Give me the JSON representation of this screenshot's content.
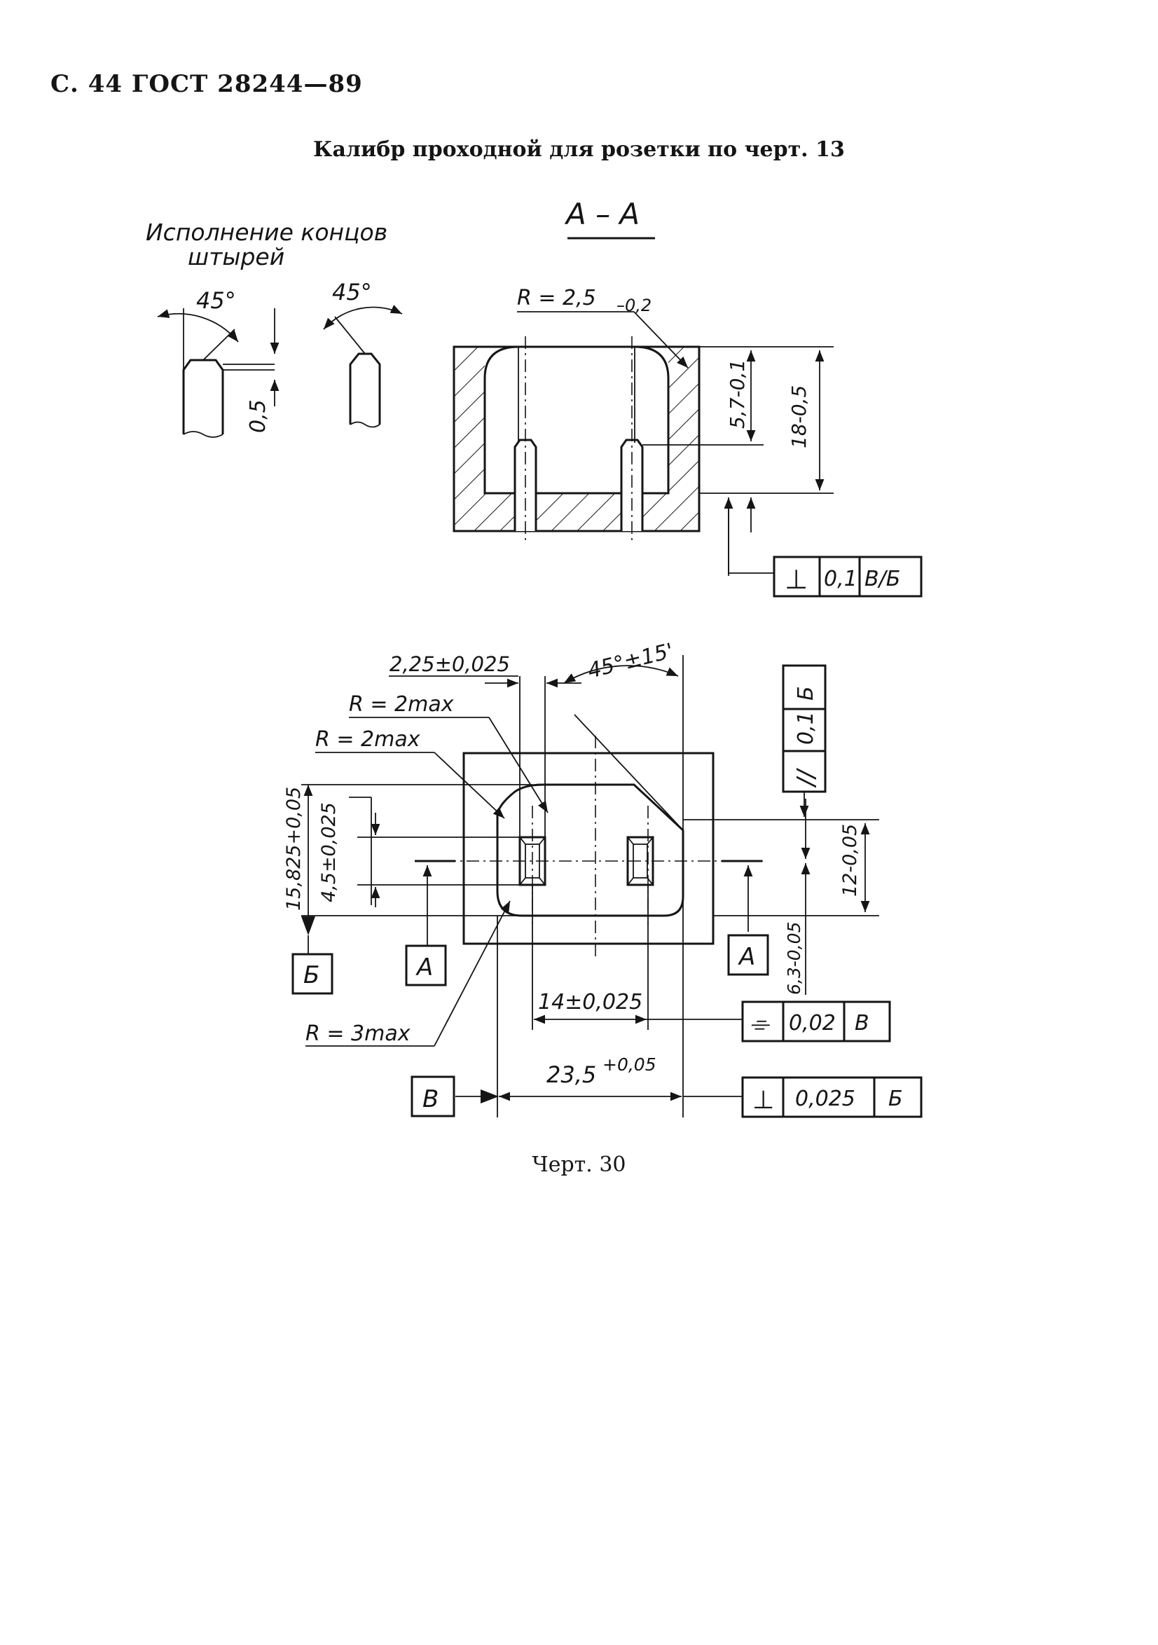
{
  "header": "С. 44 ГОСТ 28244—89",
  "title": "Калибр проходной для розетки по черт. 13",
  "caption": "Черт. 30",
  "detail": {
    "note_line1": "Исполнение концов",
    "note_line2": "штырей",
    "angle_left": "45°",
    "angle_right": "45°",
    "chamfer": "0,5"
  },
  "section": {
    "label": "А – А",
    "radius": "R = 2,5",
    "radius_tol": "–0,2",
    "depth": "5,7-0,1",
    "height": "18-0,5",
    "tolerance_frame": {
      "symbol": "⊥",
      "value": "0,1",
      "datum": "В/Б"
    }
  },
  "plan": {
    "pin_width": "2,25±0,025",
    "angle": "45°±15'",
    "radius_1": "R = 2max",
    "radius_2": "R = 2max",
    "radius_3": "R = 3max",
    "dim_vertical_total": "15,825+0,05",
    "dim_pin_height": "4,5±0,025",
    "dim_12": "12-0,05",
    "dim_63": "6,3-0,05",
    "dim_14": "14±0,025",
    "dim_235": "23,5",
    "dim_235_tol": "+0,05",
    "section_mark_left": "А",
    "section_mark_right": "А",
    "datum_b": "Б",
    "datum_v": "В",
    "frame_parallel": {
      "symbol": "//",
      "value": "0,1",
      "datum": "Б"
    },
    "frame_symmetry": {
      "symbol": "⌯",
      "value": "0,02",
      "datum": "В"
    },
    "frame_perp": {
      "symbol": "⊥",
      "value": "0,025",
      "datum": "Б"
    }
  }
}
